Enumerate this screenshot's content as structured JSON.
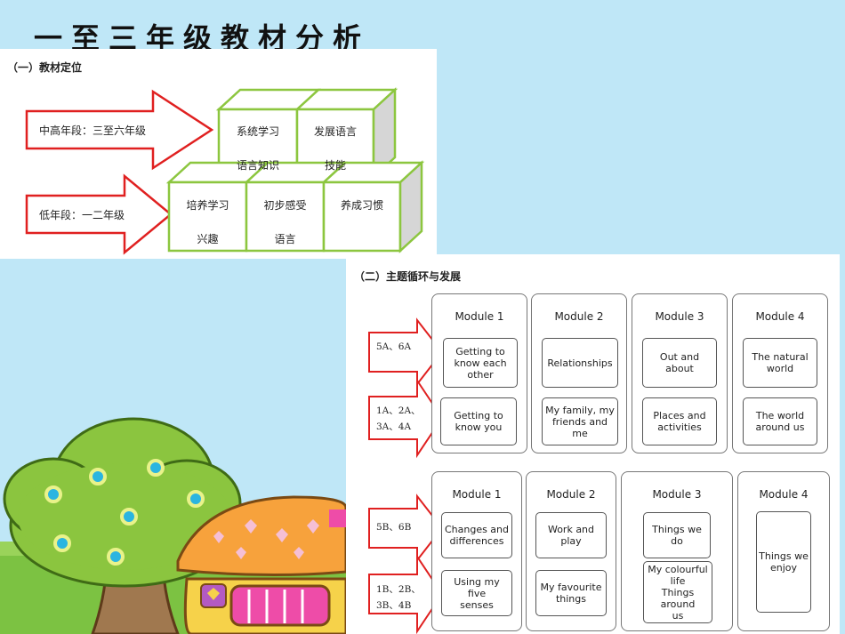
{
  "page": {
    "title": "一至三年级教材分析"
  },
  "section1": {
    "title": "（一）教材定位",
    "upper_arrow": "中高年段：三至六年级",
    "lower_arrow": "低年段：一二年级",
    "top_blocks": [
      {
        "line1": "系统学习",
        "line2": "语言知识"
      },
      {
        "line1": "发展语言",
        "line2": "技能"
      }
    ],
    "bottom_blocks": [
      {
        "line1": "培养学习",
        "line2": "兴趣"
      },
      {
        "line1": "初步感受",
        "line2": "语言"
      },
      {
        "line1": "养成习惯",
        "line2": ""
      }
    ]
  },
  "section2": {
    "title": "（二）主题循环与发展",
    "group1": {
      "grades": [
        "5A、6A",
        "1A、2A、\n3A、4A"
      ],
      "modules": [
        {
          "name": "Module 1",
          "upper": "Getting to\nknow each\nother",
          "lower": "Getting to\nknow you"
        },
        {
          "name": "Module 2",
          "upper": "Relationships",
          "lower": "My family, my\nfriends and\nme"
        },
        {
          "name": "Module 3",
          "upper": "Out and\nabout",
          "lower": "Places and\nactivities"
        },
        {
          "name": "Module 4",
          "upper": "The natural\nworld",
          "lower": "The world\naround us"
        }
      ]
    },
    "group2": {
      "grades": [
        "5B、6B",
        "1B、2B、\n3B、4B"
      ],
      "modules": [
        {
          "name": "Module 1",
          "upper": "Changes and\ndifferences",
          "lower": "Using my five\nsenses"
        },
        {
          "name": "Module 2",
          "upper": "Work and\nplay",
          "lower": "My favourite\nthings"
        },
        {
          "name": "Module 3",
          "upper": "Things we do",
          "lower": "My colourful\nlife\nThings around\nus"
        },
        {
          "name": "Module 4",
          "merged": "Things we\nenjoy"
        }
      ]
    }
  },
  "colors": {
    "background": "#bfe7f7",
    "arrow": "#e02020",
    "cube_border": "#8cc63f",
    "grass": "#7cc242",
    "tree": "#8bc53f"
  }
}
